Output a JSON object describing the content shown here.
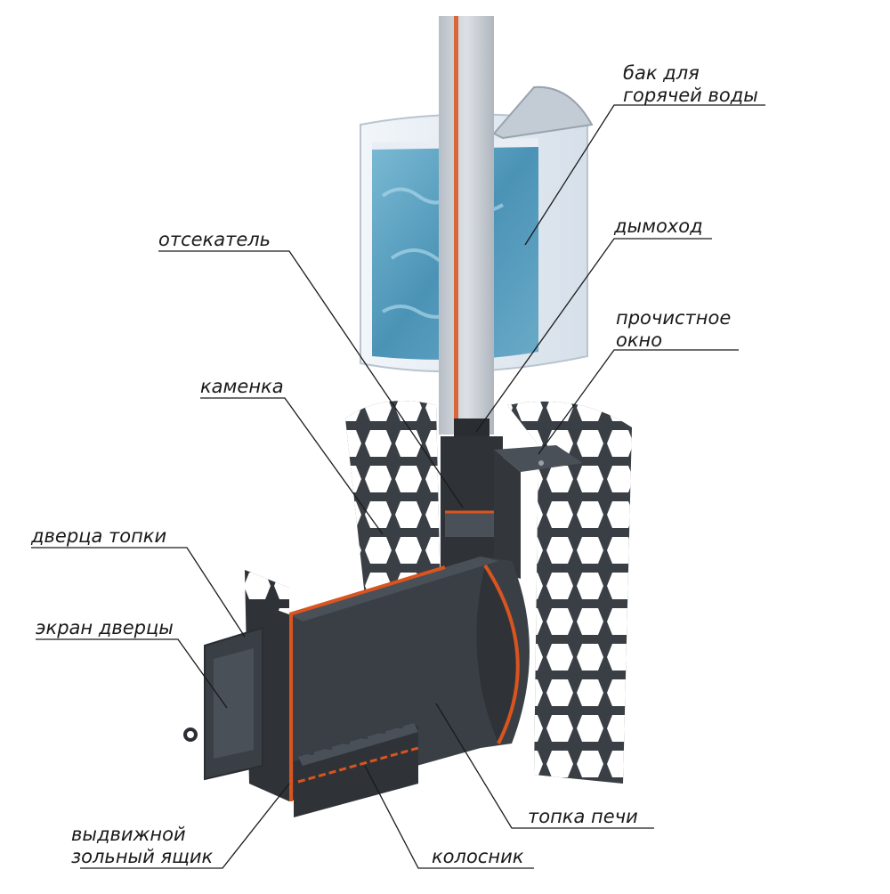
{
  "colors": {
    "steel": "#3a3f45",
    "steel_dark": "#2a2e33",
    "steel_light": "#4a5058",
    "cut_edge": "#d9541e",
    "tank_body": "#e6eef6",
    "water": "#5a9fc0",
    "chimney": "#c9ced4",
    "leader": "#1a1a1a"
  },
  "labels": {
    "tank": [
      "бак для",
      "горячей воды"
    ],
    "chimney": [
      "дымоход"
    ],
    "baffle": [
      "отсекатель"
    ],
    "cleanout": [
      "прочистное",
      "окно"
    ],
    "stones": [
      "каменка"
    ],
    "door": [
      "дверца топки"
    ],
    "door_screen": [
      "экран дверцы"
    ],
    "firebox": [
      "топка печи"
    ],
    "ash_drawer": [
      "выдвижной",
      "зольный ящик"
    ],
    "grate": [
      "колосник"
    ]
  }
}
